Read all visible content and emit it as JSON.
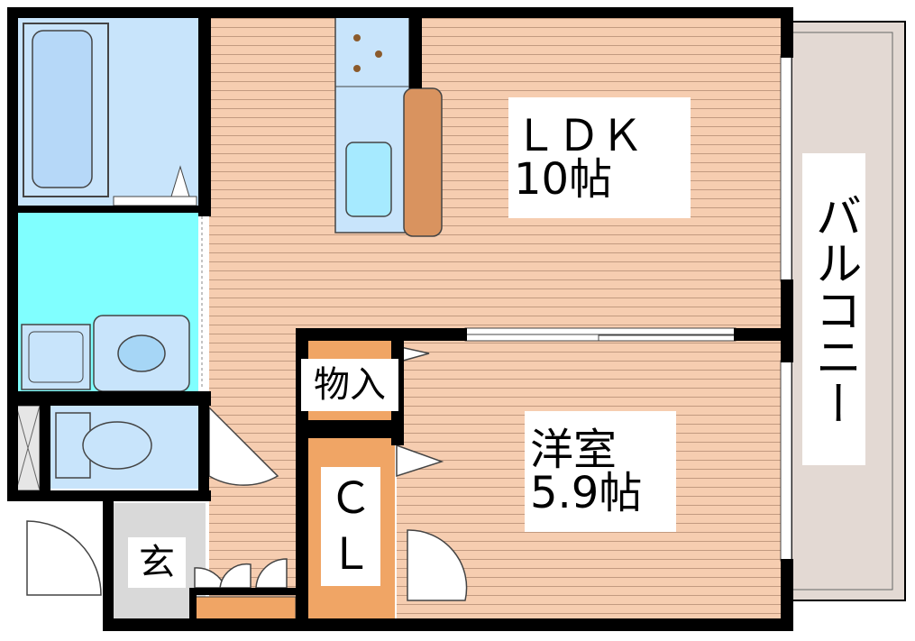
{
  "rooms": {
    "ldk": {
      "name": "ＬＤＫ",
      "size": "10帖"
    },
    "western": {
      "name": "洋室",
      "size": "5.9帖"
    },
    "storage": {
      "name": "物入"
    },
    "closet": {
      "name": "Ｃ\nＬ"
    },
    "entrance": {
      "name": "玄"
    },
    "balcony": {
      "name": "バルコニー"
    }
  },
  "colors": {
    "wall": "#000000",
    "floor_wood": "#f6cdb0",
    "floor_line": "#c29a80",
    "bath_blue": "#c8e4fb",
    "washroom_cyan": "#80ffff",
    "closet_orange": "#f0a565",
    "balcony_gray": "#e3d9d3",
    "entrance_gray": "#d9d9d9",
    "counter_brown": "#d9935f"
  }
}
